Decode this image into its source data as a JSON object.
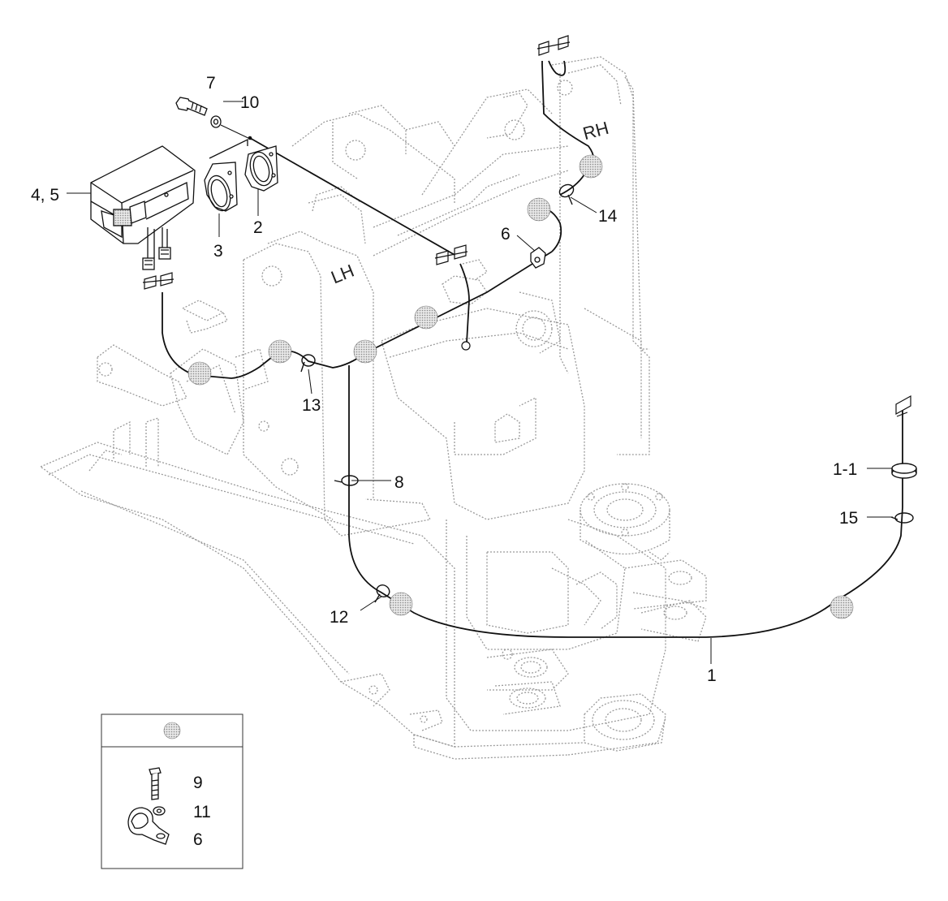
{
  "callouts": {
    "c7": "7",
    "c10": "10",
    "c4_5": "4, 5",
    "c3": "3",
    "c2": "2",
    "c6_top": "6",
    "c14": "14",
    "c13": "13",
    "c8": "8",
    "c12": "12",
    "c1": "1",
    "c1_1": "1-1",
    "c15": "15",
    "c9": "9",
    "c11": "11",
    "c6_inset": "6"
  },
  "frame_marks": {
    "left": "LH",
    "right": "RH"
  },
  "colors": {
    "part_line": "#111111",
    "frame_line": "#9a9a9a",
    "clamp_dot_fill": "#d4d4d4"
  }
}
